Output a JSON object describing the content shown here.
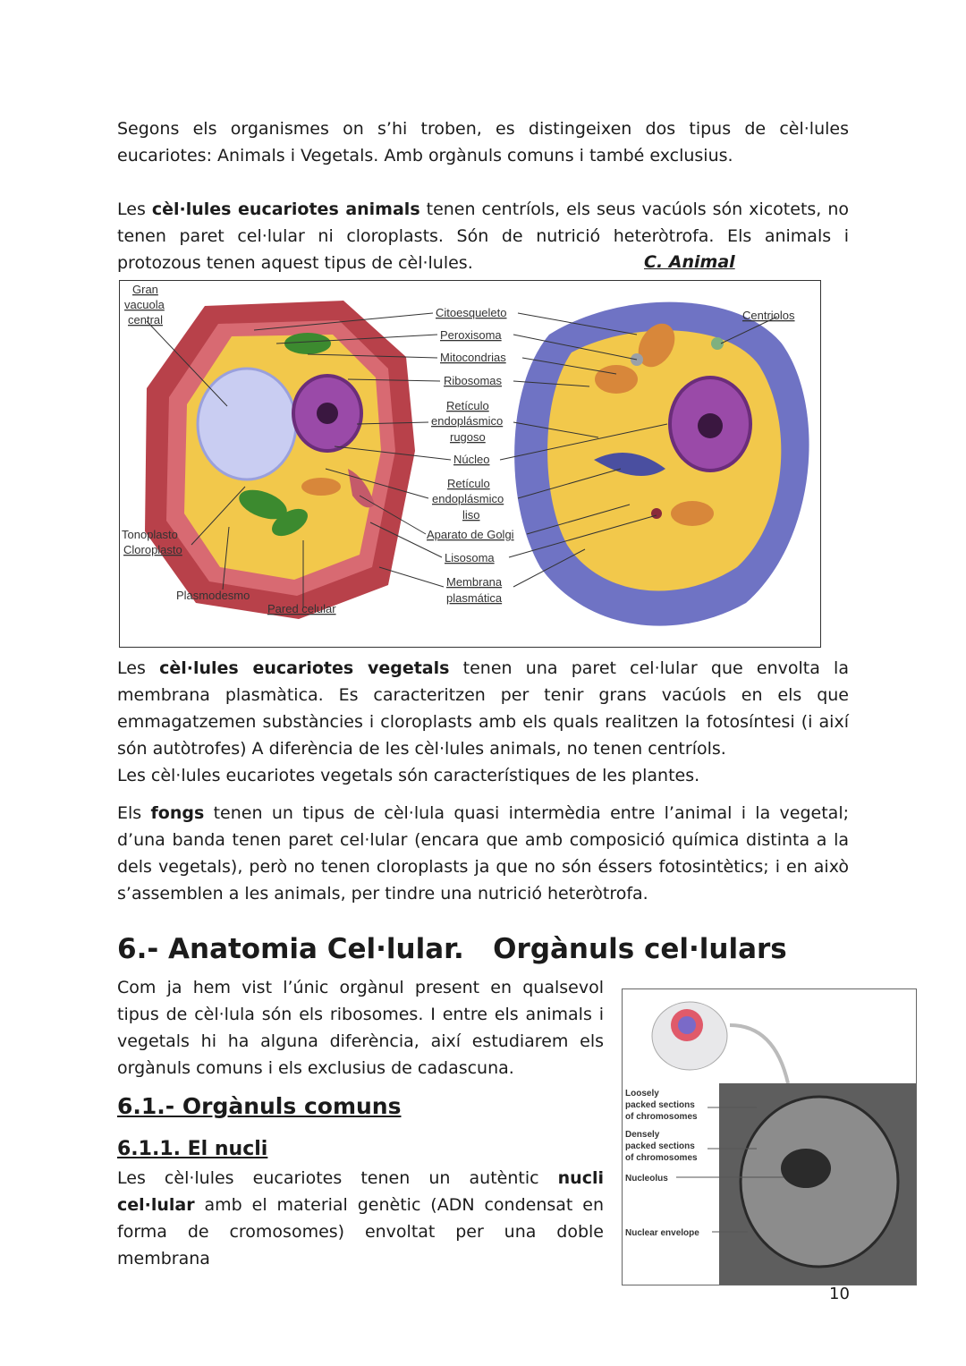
{
  "intro": {
    "text": "Segons els organismes on s’hi troben, es distingeixen dos tipus de cèl·lules eucariotes:  Animals i Vegetals. Amb orgànuls comuns i també exclusius."
  },
  "animal": {
    "pre": "Les ",
    "bold": "cèl·lules eucariotes animals",
    "post": " tenen centríols, els seus vacúols són xicotets, no tenen paret cel·lular ni cloroplasts. Són de nutrició heteròtrofa. Els animals i protozous tenen aquest tipus de cèl·lules."
  },
  "figure_caption": "C. Animal",
  "cell_figure": {
    "labels": {
      "gran_vacuola_1": "Gran",
      "gran_vacuola_2": "vacuola",
      "gran_vacuola_3": "central",
      "citoesqueleto": "Citoesqueleto",
      "peroxisoma": "Peroxisoma",
      "mitocondrias": "Mitocondrias",
      "ribosomas": "Ribosomas",
      "rer_1": "Retículo",
      "rer_2": "endoplásmico",
      "rer_3": "rugoso",
      "nucleo": "Núcleo",
      "ser_1": "Retículo",
      "ser_2": "endoplásmico",
      "ser_3": "liso",
      "golgi": "Aparato de Golgi",
      "lisosoma": "Lisosoma",
      "membrana_1": "Membrana",
      "membrana_2": "plasmática",
      "centriolos": "Centriolos",
      "tonoplasto": "Tonoplasto",
      "cloroplasto": "Cloroplasto",
      "plasmodesmo": "Plasmodesmo",
      "pared": "Pared celular"
    }
  },
  "vegetal": {
    "pre": "Les ",
    "bold": "cèl·lules eucariotes vegetals",
    "post": " tenen una paret cel·lular que envolta la membrana plasmàtica. Es caracteritzen per tenir grans vacúols en els que emmagatzemen substàncies i cloroplasts amb els quals realitzen la fotosíntesi (i així són autòtrofes) A diferència de les cèl·lules animals, no tenen centríols.",
    "line2": "Les cèl·lules eucariotes vegetals són característiques de les plantes."
  },
  "fongs": {
    "pre": "Els ",
    "bold": "fongs",
    "post": " tenen un tipus de cèl·lula quasi intermèdia entre l’animal i la vegetal; d’una banda tenen paret cel·lular (encara que amb composició química distinta a la dels vegetals), però no tenen cloroplasts ja que no són éssers fotosintètics; i en això s’assemblen a les animals, per tindre una nutrició heteròtrofa."
  },
  "section6": {
    "title": "6.- Anatomia Cel·lular.   Orgànuls cel·lulars",
    "text": "Com ja hem vist l’únic orgànul present en qualsevol tipus de cèl·lula són els ribosomes. I entre els animals i vegetals hi ha alguna diferència, així estudiarem els orgànuls comuns i els exclusius de cadascuna."
  },
  "section61": {
    "title": "6.1.- Orgànuls comuns"
  },
  "section611": {
    "title": "6.1.1. El nucli",
    "pre": "Les cèl·lules eucariotes tenen un autèntic ",
    "bold": "nucli cel·lular",
    "post": " amb el material genètic (ADN condensat en forma de cromosomes) envoltat per una doble membrana"
  },
  "nucleus_figure": {
    "loose_1": "Loosely",
    "loose_2": "packed sections",
    "loose_3": "of chromosomes",
    "dense_1": "Densely",
    "dense_2": "packed sections",
    "dense_3": "of chromosomes",
    "nucleolus": "Nucleolus",
    "envelope": "Nuclear envelope"
  },
  "page_number": "10",
  "colors": {
    "cell_wall": "#b8414a",
    "cytoplasm": "#f2c84b",
    "vacuole": "#c9cdf2",
    "nucleus": "#9a4aa8",
    "chloroplast": "#3c8a2f",
    "animal_membrane": "#6f73c4"
  }
}
